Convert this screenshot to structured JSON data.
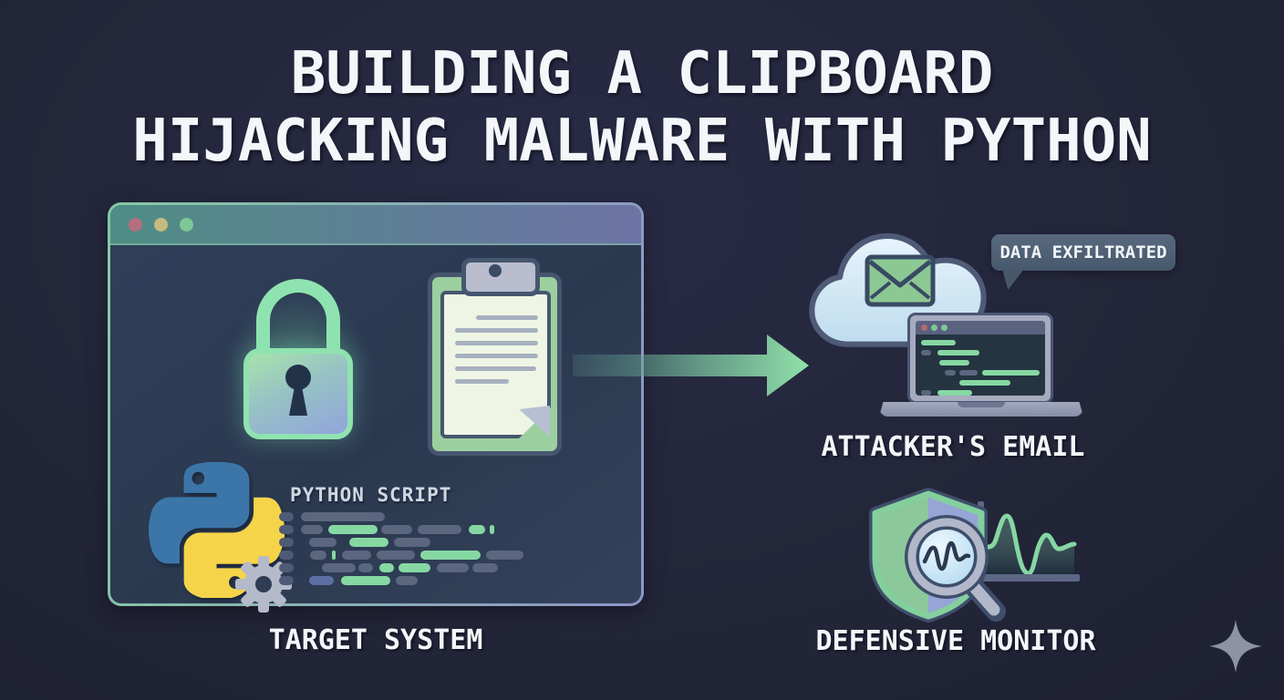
{
  "title": {
    "line1": "BUILDING A CLIPBOARD",
    "line2": "HIJACKING MALWARE WITH PYTHON"
  },
  "target_window": {
    "label": "TARGET SYSTEM",
    "code_label": "PYTHON SCRIPT",
    "traffic_lights": [
      "#b4707f",
      "#c7ba7e",
      "#7cc795"
    ],
    "icons": [
      "lock-icon",
      "clipboard-icon",
      "python-logo-icon",
      "gear-icon"
    ],
    "clipboard": {
      "paper_lines": [
        [
          68,
          39
        ],
        [
          91,
          16
        ],
        [
          91,
          16
        ],
        [
          91,
          16
        ],
        [
          89,
          16
        ],
        [
          59,
          16
        ]
      ]
    },
    "code_lines": [
      [
        [
          "gutter",
          16,
          0
        ],
        [
          "gray",
          92,
          8
        ]
      ],
      [
        [
          "gutter",
          16,
          0
        ],
        [
          "gray",
          24,
          8
        ],
        [
          "green",
          54,
          6
        ],
        [
          "gray",
          34,
          4
        ],
        [
          "gray",
          48,
          6
        ],
        [
          "green",
          18,
          8
        ],
        [
          "green",
          5,
          5
        ]
      ],
      [
        [
          "gutter",
          16,
          0
        ],
        [
          "gray",
          30,
          17
        ],
        [
          "green",
          43,
          14
        ],
        [
          "gray",
          40,
          6
        ]
      ],
      [
        [
          "gutter",
          16,
          0
        ],
        [
          "gray",
          18,
          18
        ],
        [
          "green",
          4,
          6
        ],
        [
          "gray",
          32,
          7
        ],
        [
          "gray",
          42,
          6
        ],
        [
          "green",
          66,
          6
        ],
        [
          "gray",
          41,
          6
        ]
      ],
      [
        [
          "gutter",
          16,
          0
        ],
        [
          "gray",
          37,
          31
        ],
        [
          "gray",
          16,
          3
        ],
        [
          "green",
          16,
          7
        ],
        [
          "green",
          35,
          5
        ],
        [
          "gray",
          35,
          7
        ],
        [
          "gray",
          28,
          4
        ]
      ],
      [
        [
          "gutter",
          16,
          0
        ],
        [
          "blue",
          27,
          17
        ],
        [
          "green",
          54,
          8
        ],
        [
          "gray",
          24,
          6
        ]
      ]
    ]
  },
  "flow": {
    "arrow_direction": "right"
  },
  "attacker": {
    "label": "ATTACKER'S EMAIL",
    "callout": "DATA EXFILTRATED",
    "icons": [
      "cloud-icon",
      "envelope-icon",
      "laptop-icon"
    ],
    "laptop_traffic_lights": [
      "#b06b6b",
      "#7ec79a",
      "#7ec79a"
    ],
    "laptop_code_lines": [
      [
        [
          "green",
          38,
          6
        ]
      ],
      [
        [
          "gray",
          11,
          6
        ],
        [
          "green",
          46,
          7
        ]
      ],
      [
        [
          "green",
          33,
          26
        ]
      ],
      [
        [
          "gray",
          12,
          32
        ],
        [
          "gray",
          20,
          4
        ],
        [
          "green",
          63,
          5
        ]
      ],
      [
        [
          "green",
          56,
          48
        ]
      ],
      [
        [
          "gray",
          11,
          6
        ],
        [
          "green",
          38,
          7
        ]
      ]
    ]
  },
  "defense": {
    "label": "DEFENSIVE MONITOR",
    "icons": [
      "shield-icon",
      "magnifier-icon",
      "waveform-chart-icon"
    ]
  },
  "decor": {
    "icons": [
      "sparkle-icon"
    ]
  },
  "colors": {
    "background": "#232539",
    "title_text": "#f4f6f9",
    "accent_green": "#86d8a3",
    "accent_purple": "#8e95c7",
    "window_bg": "#2e3c55",
    "titlebar_teal": "#4f8d85",
    "titlebar_purple": "#6d73a5",
    "cloud_fill": "#d6eaf7",
    "envelope_green": "#8cc894",
    "callout_bg": "#47586c",
    "shield_green": "#8bc89a",
    "shield_lavender": "#96a4d6",
    "python_blue": "#3c76a8",
    "python_yellow": "#f5d44a"
  }
}
